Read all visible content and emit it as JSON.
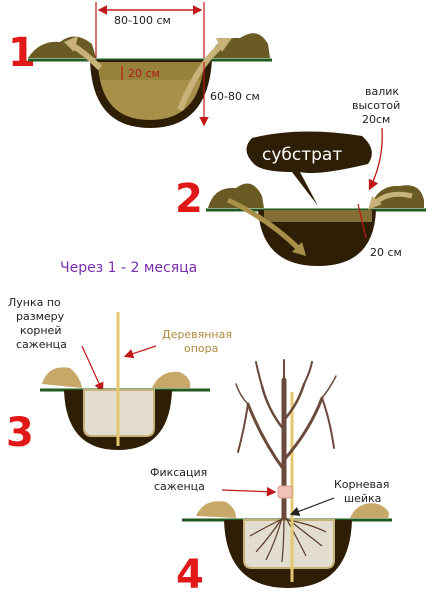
{
  "steps": [
    {
      "number": "1",
      "width_label": "80-100 см",
      "depth_label": "60-80 см",
      "topsoil_label": "20 см"
    },
    {
      "number": "2",
      "substrate_label": "субстрат",
      "ridge_label_line1": "валик",
      "ridge_label_line2": "высотой",
      "ridge_label_line3": "20см",
      "layer_label": "20 см"
    },
    {
      "number": "3",
      "hole_label_line1": "Лунка по",
      "hole_label_line2": "размеру",
      "hole_label_line3": "корней",
      "hole_label_line4": "саженца",
      "stake_label_line1": "Деревянная",
      "stake_label_line2": "опора"
    },
    {
      "number": "4",
      "fixation_label_line1": "Фиксация",
      "fixation_label_line2": "саженца",
      "root_collar_label_line1": "Корневая",
      "root_collar_label_line2": "шейка"
    }
  ],
  "interval_label": "Через 1 - 2 месяца",
  "colors": {
    "soil_dark": "#3a2a0a",
    "soil_fill": "#7a6a28",
    "topsoil": "#b89a48",
    "ground_line": "#1f5a1f",
    "mound": "#6a5a24",
    "step_number": "#e01818",
    "purple_text": "#7a2fb0"
  }
}
